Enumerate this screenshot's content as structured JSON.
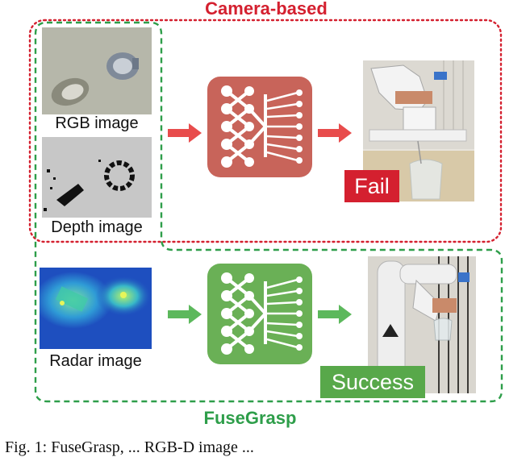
{
  "groups": {
    "camera_title": "Camera-based",
    "fusegrasp_title": "FuseGrasp"
  },
  "inputs": {
    "rgb_label": "RGB image",
    "depth_label": "Depth image",
    "radar_label": "Radar image"
  },
  "outcomes": {
    "fail_label": "Fail",
    "success_label": "Success"
  },
  "figure_caption": "Fig. 1: FuseGrasp, ... RGB-D image ...",
  "colors": {
    "camera_border": "#d4202f",
    "fusegrasp_border": "#2e9e4a",
    "camera_net_bg": "#c8645a",
    "fusegrasp_net_bg": "#6ab056",
    "red_arrow": "#e84c4c",
    "green_arrow": "#5cb85c",
    "fail_badge": "#d4202f",
    "success_badge": "#58a84a"
  },
  "icons": [
    "neural-network-icon",
    "arrow-right-icon"
  ]
}
